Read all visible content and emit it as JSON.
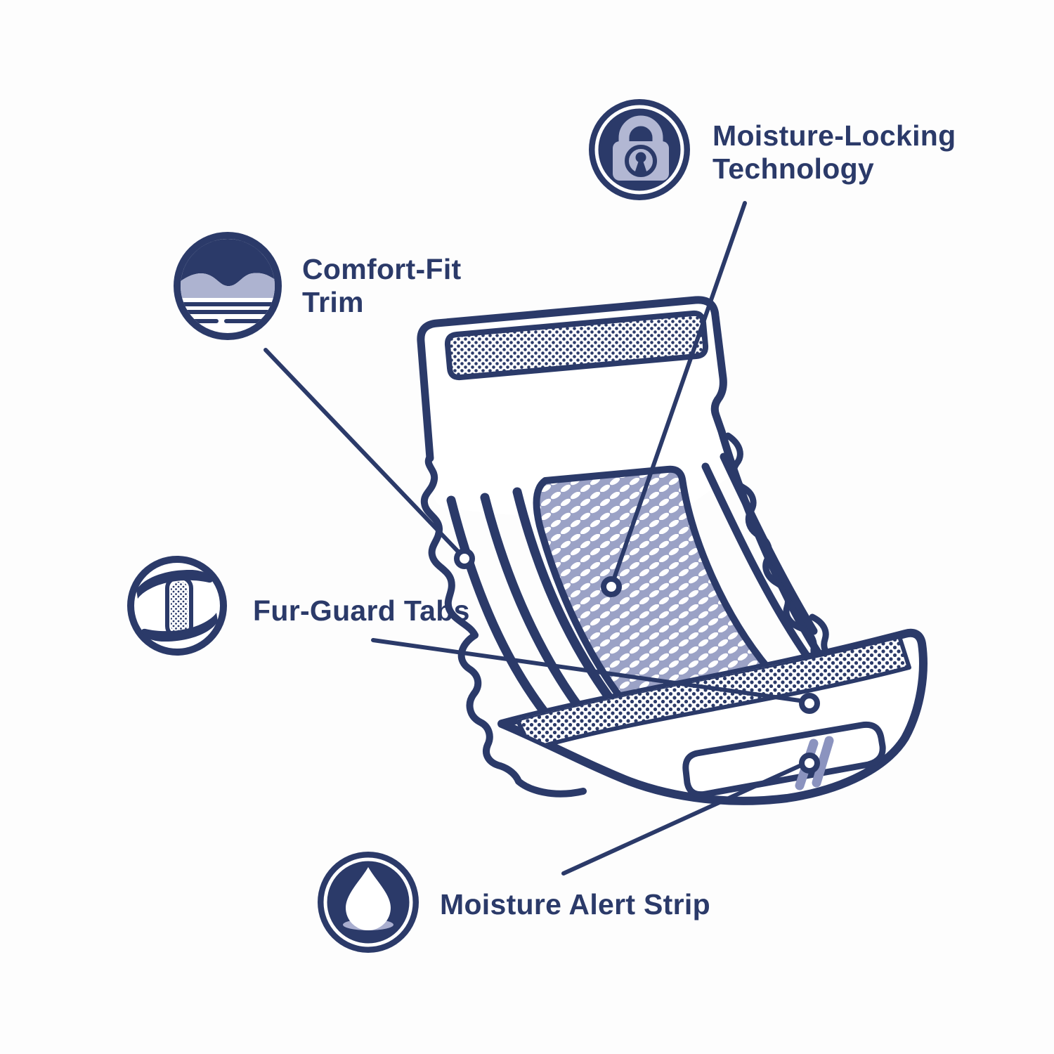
{
  "figure": {
    "kind": "product feature diagram",
    "subject": "dog diaper illustration",
    "background": "#fdfdfd"
  },
  "palette": {
    "navy": "#2b3a69",
    "lavender": "#b2b7d3",
    "mesh_lavender": "#9ba2c6",
    "indicator_lavender": "#8b93bf",
    "white": "#ffffff"
  },
  "callouts": [
    {
      "id": "moisture-locking",
      "icon": "lock-icon",
      "lines": [
        "Moisture-Locking",
        "Technology"
      ]
    },
    {
      "id": "comfort-fit",
      "icon": "wave-trim-icon",
      "lines": [
        "Comfort-Fit",
        "Trim"
      ]
    },
    {
      "id": "fur-guard",
      "icon": "adhesive-tab-icon",
      "lines": [
        "Fur-Guard Tabs"
      ]
    },
    {
      "id": "moisture-alert",
      "icon": "water-drop-icon",
      "lines": [
        "Moisture Alert Strip"
      ]
    }
  ]
}
